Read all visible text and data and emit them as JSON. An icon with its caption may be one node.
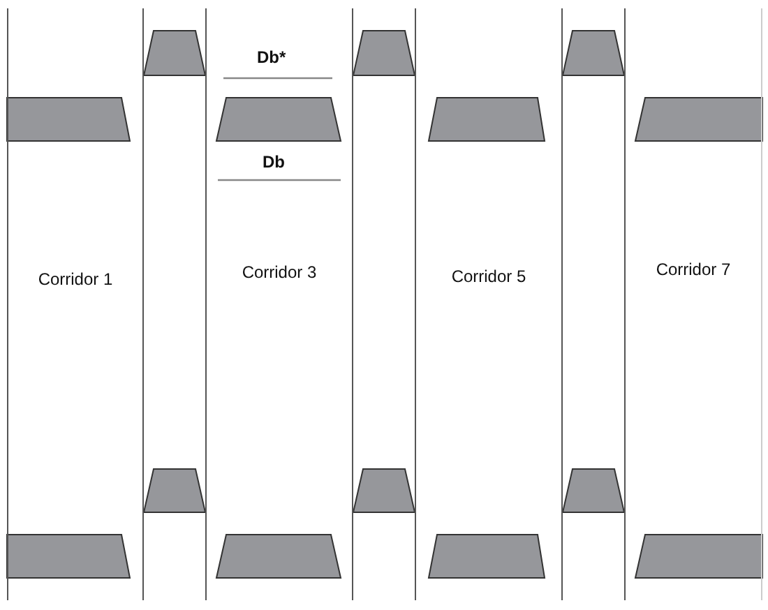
{
  "diagram": {
    "nodes": [
      {
        "text": [
          "Corridor 1"
        ]
      },
      {
        "text": [
          "Corridor 3"
        ]
      },
      {
        "text": [
          "Corridor 5"
        ]
      },
      {
        "text": [
          "Corridor 7"
        ]
      }
    ],
    "labels": [
      "Db*",
      "Db"
    ]
  }
}
